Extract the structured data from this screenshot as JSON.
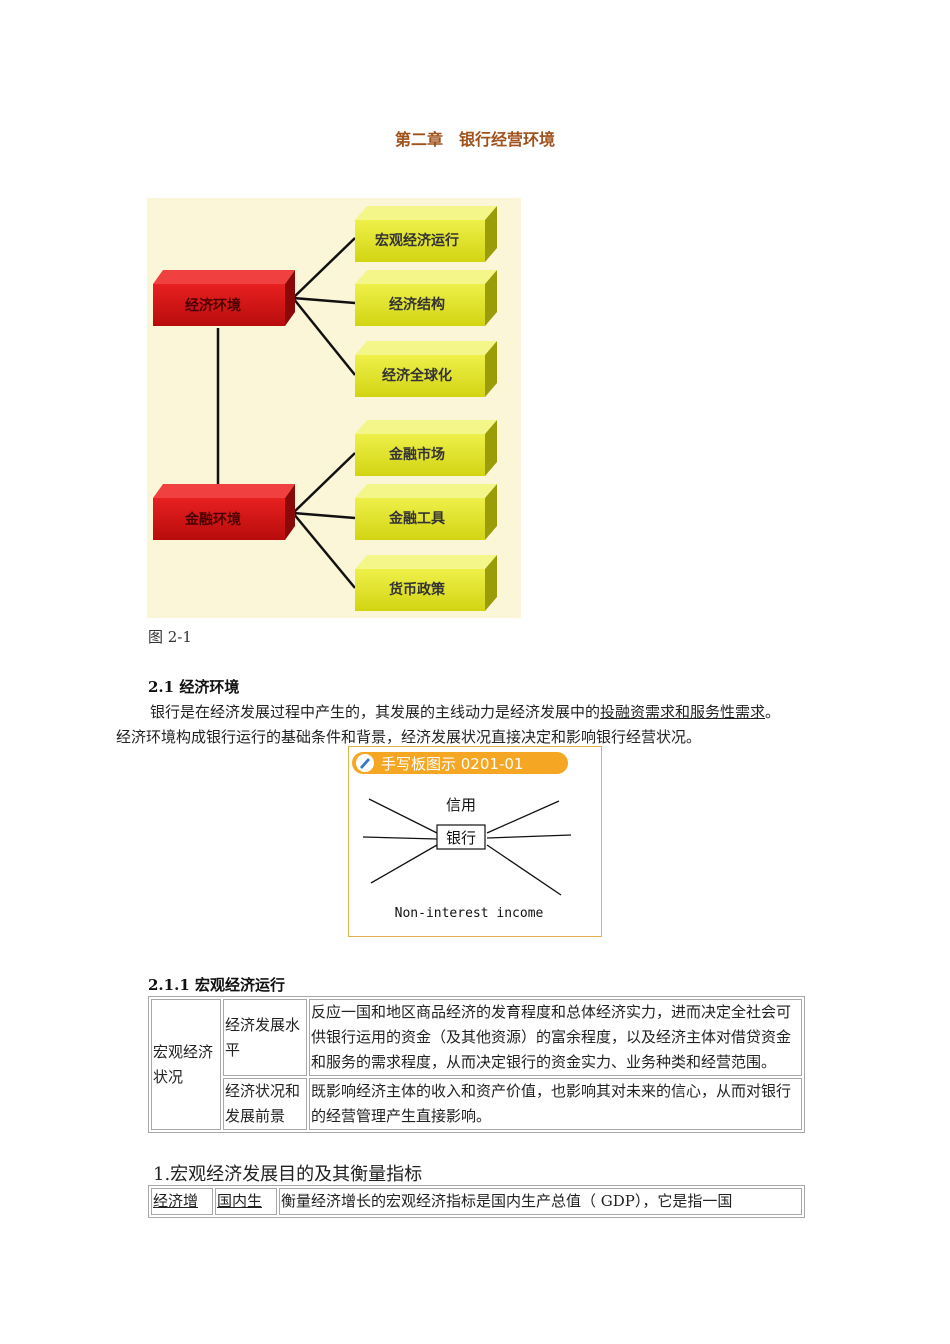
{
  "page_title": "第二章　银行经营环境",
  "figure1": {
    "caption": "图 2-1",
    "nodes_red": [
      "经济环境",
      "金融环境"
    ],
    "nodes_yellow": [
      "宏观经济运行",
      "经济结构",
      "经济全球化",
      "金融市场",
      "金融工具",
      "货币政策"
    ],
    "colors": {
      "red": "#cc1111",
      "yellow": "#e3e61c",
      "background": "#fbf6d8"
    }
  },
  "section_2_1": {
    "heading": "2.1 经济环境",
    "para_start": "银行是在经济发展过程中产生的，其发展的主线动力是经济发展中的",
    "para_underlined": "投融资需求和服务性需求",
    "para_end": "。",
    "para2": "经济环境构成银行运行的基础条件和背景，经济发展状况直接决定和影响银行经营状况。"
  },
  "figure2": {
    "header": "手写板图示 0201-01",
    "top_word": "信用",
    "center_word": "银行",
    "bottom_word": "Non-interest income",
    "header_color": "#f5a623"
  },
  "section_2_1_1": {
    "heading": "2.1.1 宏观经济运行",
    "table": {
      "group_label": "宏观经济状况",
      "rows": [
        {
          "term": "经济发展水平",
          "desc": "反应一国和地区商品经济的发育程度和总体经济实力，进而决定全社会可供银行运用的资金（及其他资源）的富余程度，以及经济主体对借贷资金和服务的需求程度，从而决定银行的资金实力、业务种类和经营范围。"
        },
        {
          "term": "经济状况和发展前景",
          "desc": "既影响经济主体的收入和资产价值，也影响其对未来的信心，从而对银行的经营管理产生直接影响。"
        }
      ]
    }
  },
  "section_1": {
    "heading": "1.宏观经济发展目的及其衡量指标",
    "row": {
      "col1": "经济增",
      "col2": "国内生",
      "col3": "衡量经济增长的宏观经济指标是国内生产总值（ GDP），它是指一国"
    }
  }
}
